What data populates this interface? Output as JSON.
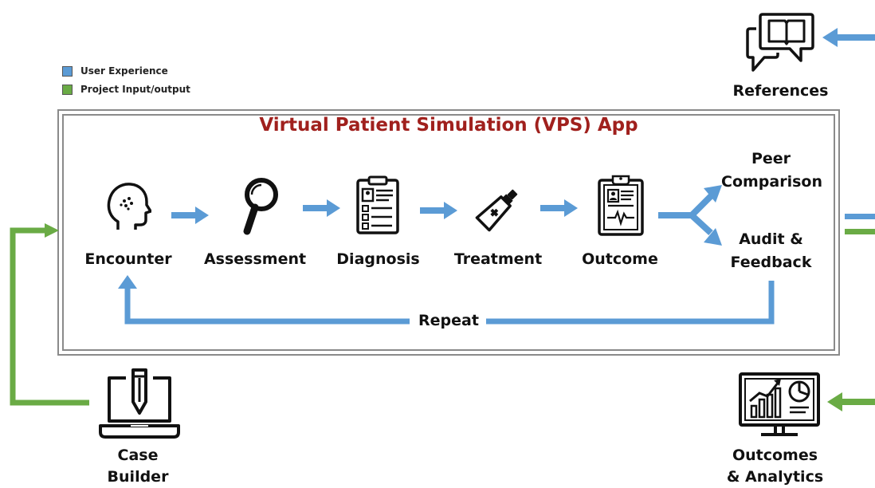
{
  "legend": {
    "items": [
      {
        "label": "User Experience",
        "color": "#5b9bd5"
      },
      {
        "label": "Project Input/output",
        "color": "#6aab45"
      }
    ]
  },
  "app": {
    "title": "Virtual Patient Simulation (VPS) App",
    "title_color": "#a0201d"
  },
  "steps": [
    {
      "label": "Encounter",
      "icon": "head-icon"
    },
    {
      "label": "Assessment",
      "icon": "magnifier-icon"
    },
    {
      "label": "Diagnosis",
      "icon": "clipboard-form-icon"
    },
    {
      "label": "Treatment",
      "icon": "ointment-tube-icon"
    },
    {
      "label": "Outcome",
      "icon": "clipboard-ecg-icon"
    }
  ],
  "branches": {
    "peer": [
      "Peer",
      "Comparison"
    ],
    "audit": [
      "Audit &",
      "Feedback"
    ]
  },
  "loop": {
    "label": "Repeat"
  },
  "external": {
    "references": "References",
    "case_builder": [
      "Case",
      "Builder"
    ],
    "outcomes": [
      "Outcomes",
      "& Analytics"
    ]
  },
  "colors": {
    "blue": "#5b9bd5",
    "green": "#6aab45",
    "frame": "#8a8a8a"
  }
}
